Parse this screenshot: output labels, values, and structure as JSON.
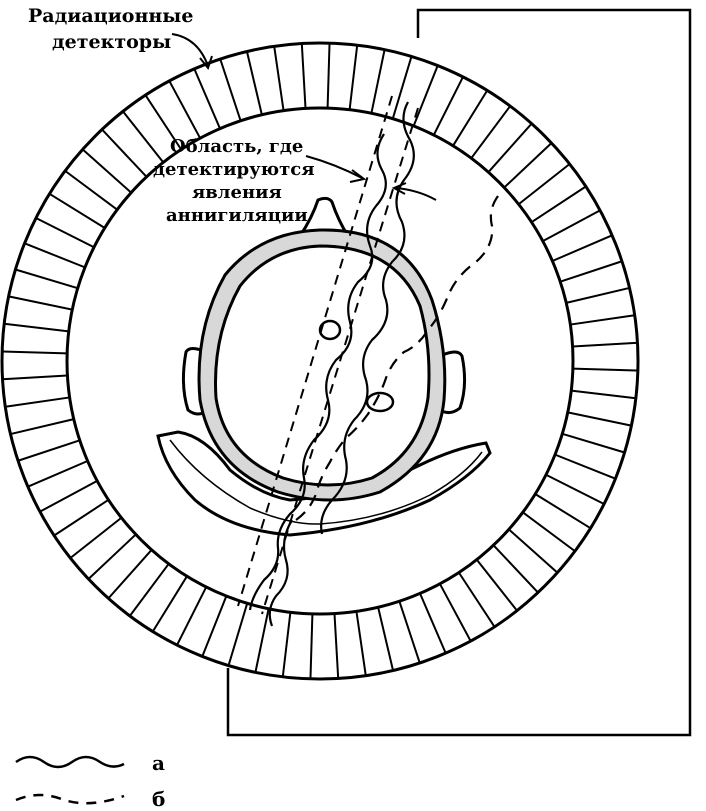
{
  "labels": {
    "detectors_line1": "Радиационные",
    "detectors_line2": "детекторы",
    "region_line1": "Область, где",
    "region_line2": "детектируются",
    "region_line3": "явления",
    "region_line4": "аннигиляции"
  },
  "legend": {
    "wavy_label": "а",
    "dashed_label": "б"
  },
  "ring": {
    "detector_count": 72
  },
  "colors": {
    "ink": "#000000",
    "paper": "#ffffff"
  }
}
